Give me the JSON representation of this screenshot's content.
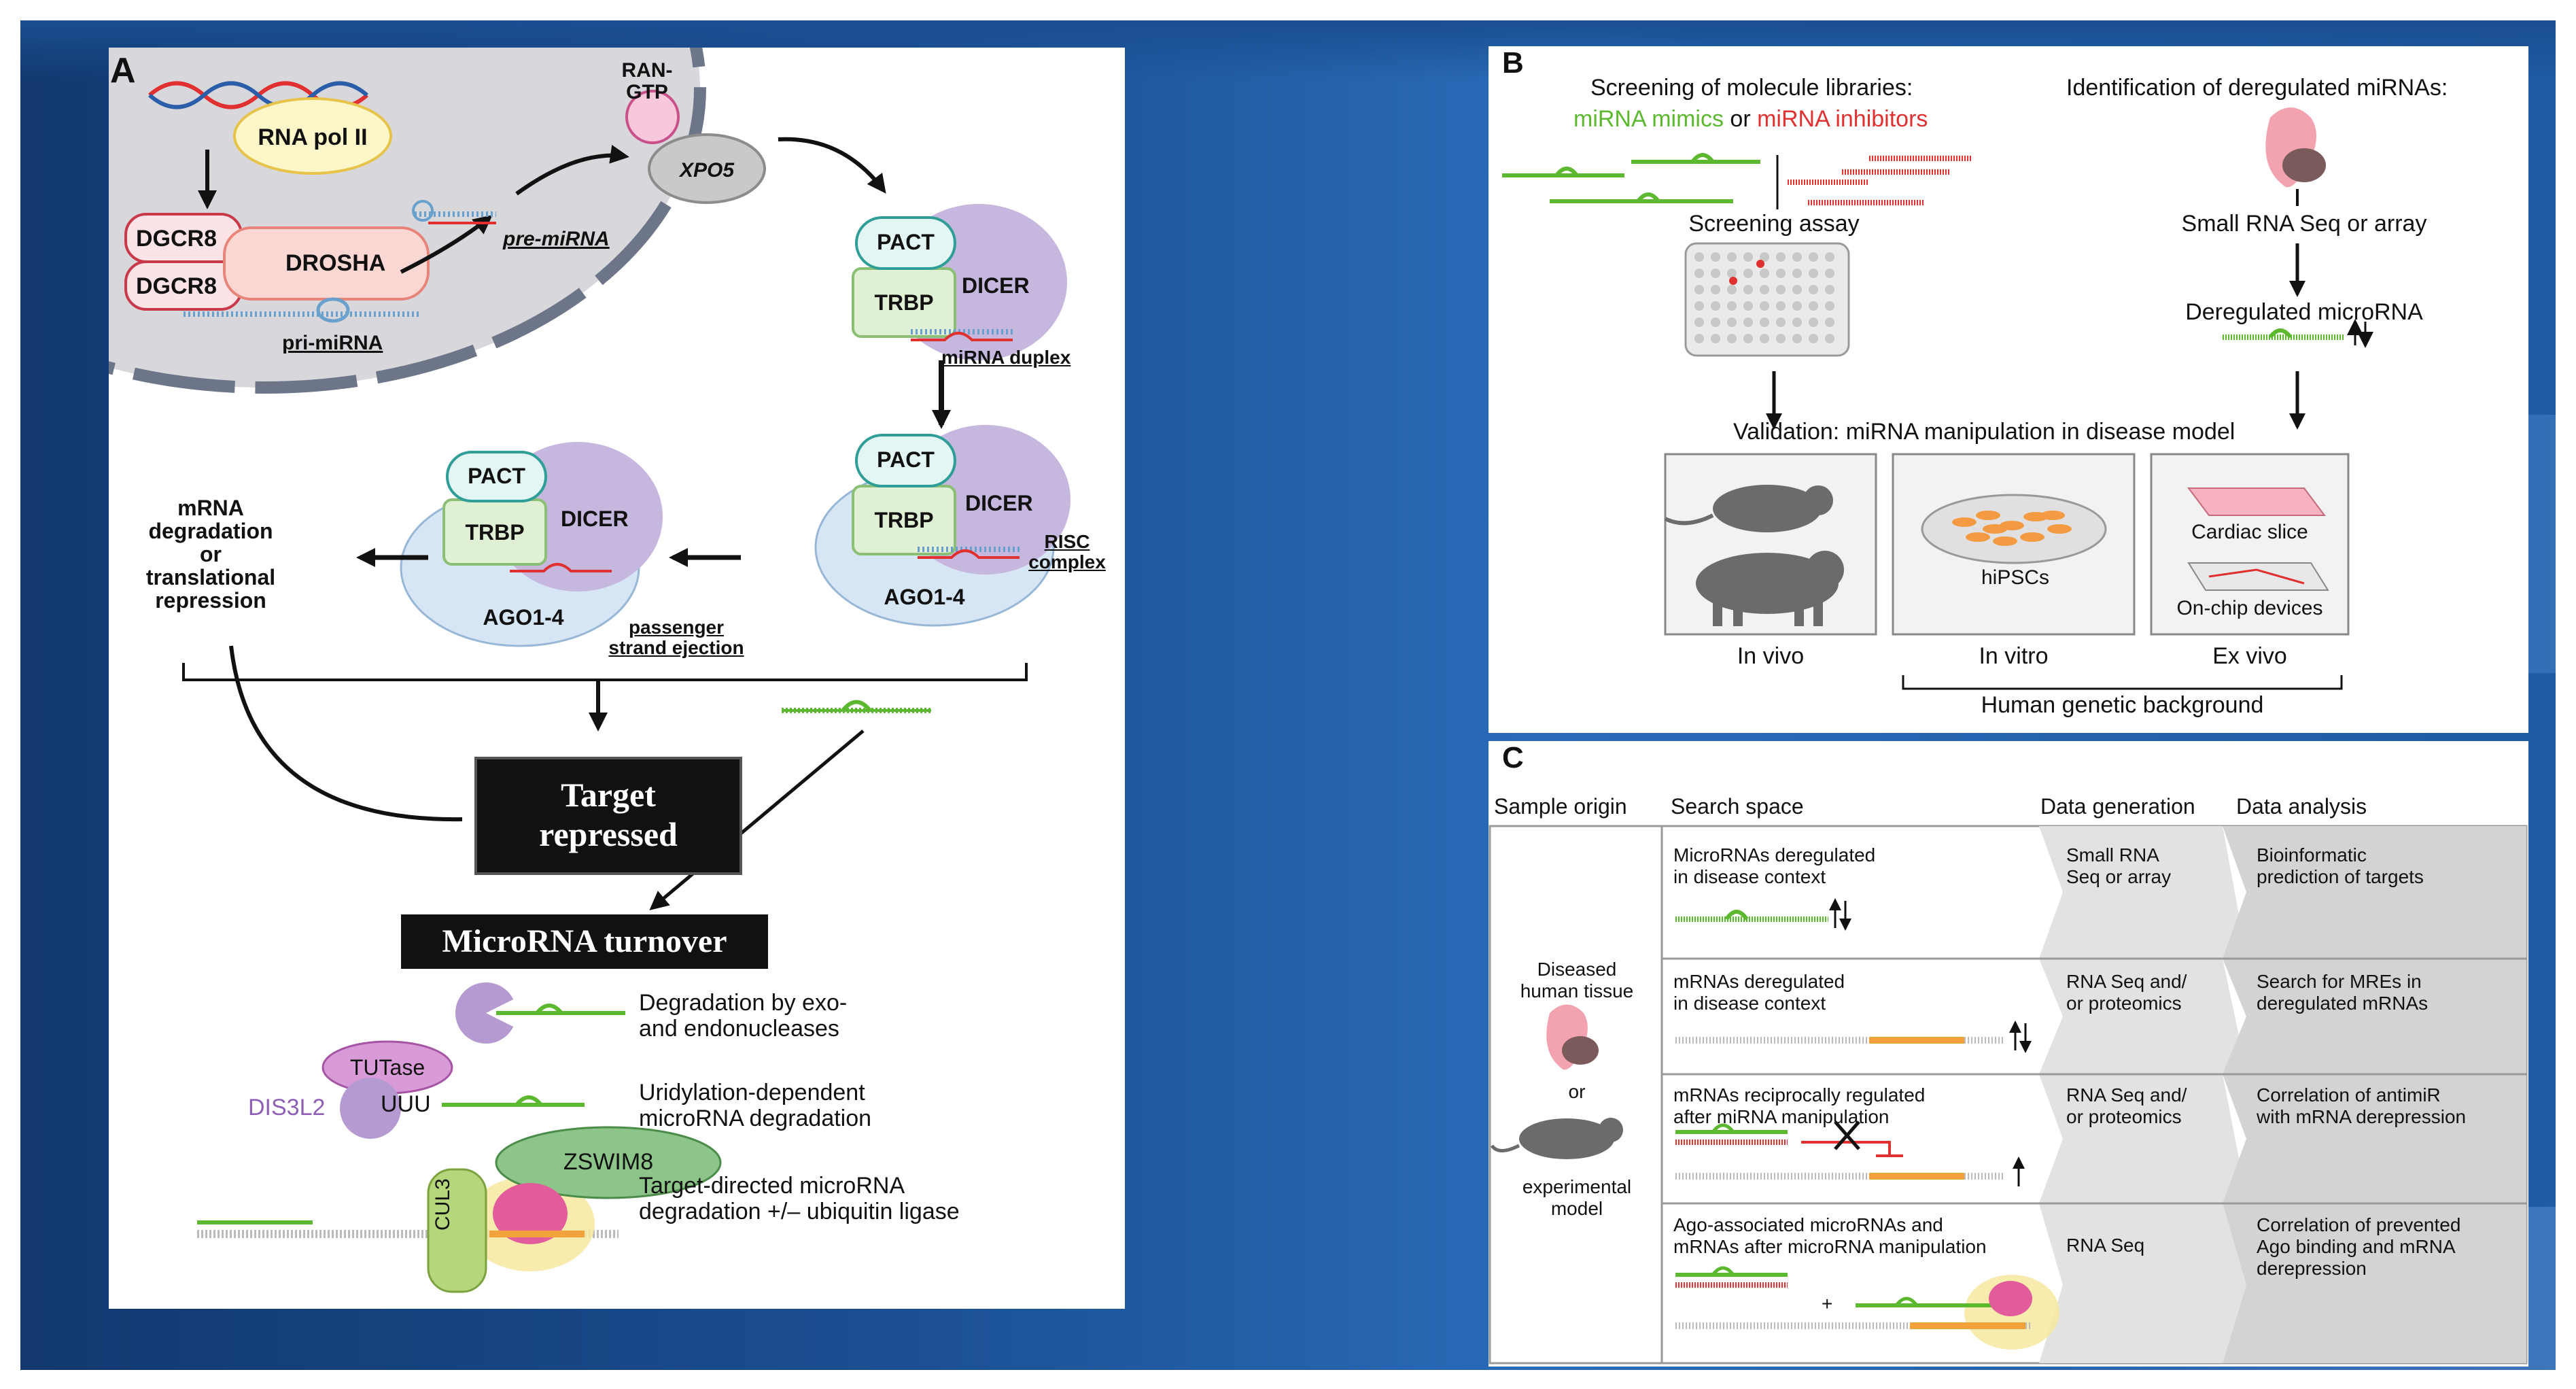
{
  "panel_a": {
    "letter": "A",
    "rna_pol": "RNA pol II",
    "ran_gtp": "RAN-\nGTP",
    "xpo5": "XPO5",
    "dgcr8_1": "DGCR8",
    "dgcr8_2": "DGCR8",
    "drosha": "DROSHA",
    "pri_mirna": "pri-miRNA",
    "pre_mirna": "pre-miRNA",
    "pact_1": "PACT",
    "trbp_1": "TRBP",
    "dicer_1": "DICER",
    "mirna_duplex": "miRNA duplex",
    "pact_2": "PACT",
    "trbp_2": "TRBP",
    "dicer_2": "DICER",
    "ago_2": "AGO1-4",
    "risc_complex": "RISC\ncomplex",
    "pact_3": "PACT",
    "trbp_3": "TRBP",
    "dicer_3": "DICER",
    "ago_3": "AGO1-4",
    "passenger": "passenger\nstrand ejection",
    "mrna_outcome": "mRNA\ndegradation\nor\ntranslational\nrepression",
    "target_repressed": "Target\nrepressed",
    "microrna_turnover": "MicroRNA turnover",
    "deg_exo": "Degradation by exo-\nand endonucleases",
    "tutase": "TUTase",
    "uuu": "UUU",
    "dis3l2": "DIS3L2",
    "uridylation": "Uridylation-dependent\nmicroRNA degradation",
    "zswim8": "ZSWIM8",
    "cul3": "CUL3",
    "tdmd": "Target-directed microRNA\ndegradation +/– ubiquitin ligase"
  },
  "panel_b": {
    "letter": "B",
    "screening_title": "Screening of molecule libraries:",
    "mimics": "miRNA mimics",
    "or": " or ",
    "inhibitors": "miRNA inhibitors",
    "identification": "Identification of deregulated miRNAs:",
    "screening_assay": "Screening assay",
    "small_rna": "Small RNA Seq or array",
    "deregulated": "Deregulated microRNA",
    "validation": "Validation: miRNA manipulation in disease model",
    "hipscs": "hiPSCs",
    "cardiac_slice": "Cardiac slice",
    "on_chip": "On-chip devices",
    "in_vivo": "In vivo",
    "in_vitro": "In vitro",
    "ex_vivo": "Ex vivo",
    "human_background": "Human genetic background",
    "colors": {
      "mimic": "#5cb82e",
      "inhibitor": "#e0302f"
    }
  },
  "panel_c": {
    "letter": "C",
    "headers": [
      "Sample origin",
      "Search space",
      "Data generation",
      "Data analysis"
    ],
    "origin_top": "Diseased\nhuman tissue",
    "origin_or": "or",
    "origin_bottom": "experimental\nmodel",
    "rows": [
      {
        "search": "MicroRNAs deregulated\nin disease context",
        "generation": "Small RNA\nSeq or array",
        "analysis": "Bioinformatic\nprediction of targets"
      },
      {
        "search": "mRNAs deregulated\nin disease context",
        "generation": "RNA Seq and/\nor proteomics",
        "analysis": "Search for MREs in\nderegulated mRNAs"
      },
      {
        "search": "mRNAs reciprocally regulated\nafter miRNA manipulation",
        "generation": "RNA Seq and/\nor proteomics",
        "analysis": "Correlation of antimiR\nwith mRNA derepression"
      },
      {
        "search": "Ago-associated microRNAs and\nmRNAs after microRNA manipulation",
        "generation": "RNA Seq",
        "analysis": "Correlation of prevented\nAgo binding and mRNA\nderepression"
      }
    ],
    "plus": "+"
  }
}
